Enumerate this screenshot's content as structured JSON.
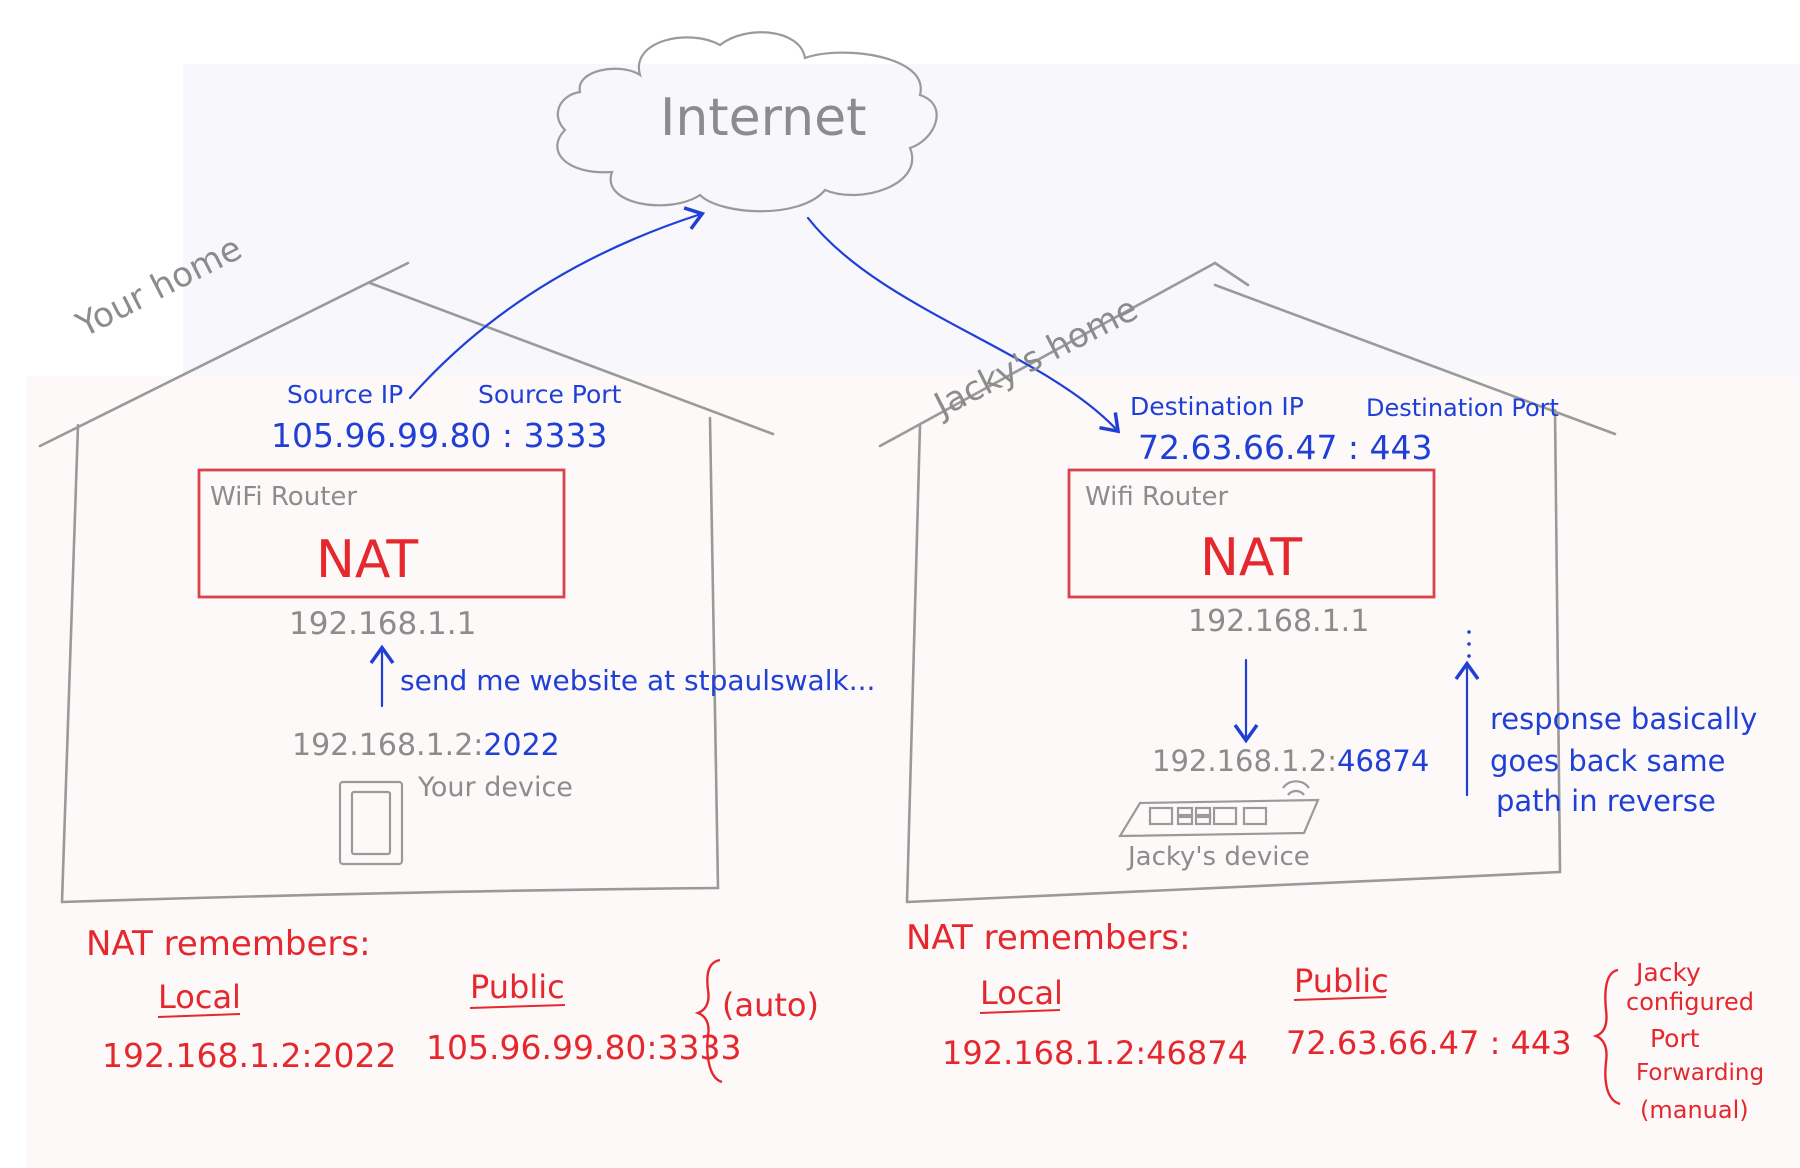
{
  "colors": {
    "ink": "#8c8c8c",
    "blue": "#1f3fd6",
    "red": "#e4282e",
    "box": "#d9434b"
  },
  "internet_label": "Internet",
  "left": {
    "home_label": "Your home",
    "source_ip_label": "Source IP",
    "source_port_label": "Source Port",
    "public_address": "105.96.99.80 : 3333",
    "router_label": "WiFi Router",
    "nat_label": "NAT",
    "router_ip": "192.168.1.1",
    "request_text": "send me website at stpaulswalk...",
    "device_ip": "192.168.1.2:",
    "device_port": "2022",
    "device_label": "Your device",
    "device_icon": "phone-icon"
  },
  "right": {
    "home_label": "Jacky's home",
    "dest_ip_label": "Destination IP",
    "dest_port_label": "Destination Port",
    "public_address": "72.63.66.47 : 443",
    "router_label": "Wifi Router",
    "nat_label": "NAT",
    "router_ip": "192.168.1.1",
    "device_ip": "192.168.1.2:",
    "device_port": "46874",
    "device_label": "Jacky's device",
    "device_icon": "laptop-icon",
    "response_note": [
      "response basically",
      "goes back same",
      "path in reverse"
    ]
  },
  "nat_left": {
    "title": "NAT remembers:",
    "local_header": "Local",
    "public_header": "Public",
    "local_value": "192.168.1.2:2022",
    "public_value": "105.96.99.80:3333",
    "note": "(auto)"
  },
  "nat_right": {
    "title": "NAT remembers:",
    "local_header": "Local",
    "public_header": "Public",
    "local_value": "192.168.1.2:46874",
    "public_value": "72.63.66.47 : 443",
    "note": [
      "Jacky",
      "configured",
      "Port",
      "Forwarding",
      "(manual)"
    ]
  }
}
